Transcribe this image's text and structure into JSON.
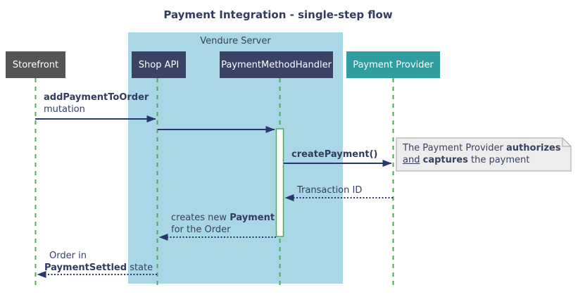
{
  "title": "Payment Integration - single-step flow",
  "server_box": {
    "label": "Vendure Server"
  },
  "actors": {
    "storefront": "Storefront",
    "shop_api": "Shop API",
    "payment_method_handler": "PaymentMethodHandler",
    "payment_provider": "Payment Provider"
  },
  "messages": {
    "add_payment": {
      "name": "addPaymentToOrder",
      "detail": "mutation"
    },
    "create_payment": {
      "name": "createPayment()"
    },
    "transaction_id": {
      "label": "Transaction ID"
    },
    "creates_payment": {
      "pre": "creates new",
      "entity": "Payment",
      "line2": "for the Order"
    },
    "order_settled": {
      "line1": "Order in",
      "state": "PaymentSettled",
      "suffix": "state"
    }
  },
  "note": {
    "line1_pre": "The Payment Provider",
    "line1_bold": "authorizes",
    "line2_underline": "and",
    "line2_bold": "captures",
    "line2_rest": "the payment"
  },
  "colors": {
    "server_box_bg": "#A9D7E6",
    "actor_navy": "#3A4265",
    "actor_gray": "#555555",
    "actor_teal": "#2E9E9E",
    "lifeline_green": "#54A65A",
    "activation_fill": "#FEFEFE",
    "arrow_navy": "#27376B",
    "text_navy": "#333B5E",
    "note_bg": "#EDEDED",
    "note_border": "#A3A3A3"
  }
}
